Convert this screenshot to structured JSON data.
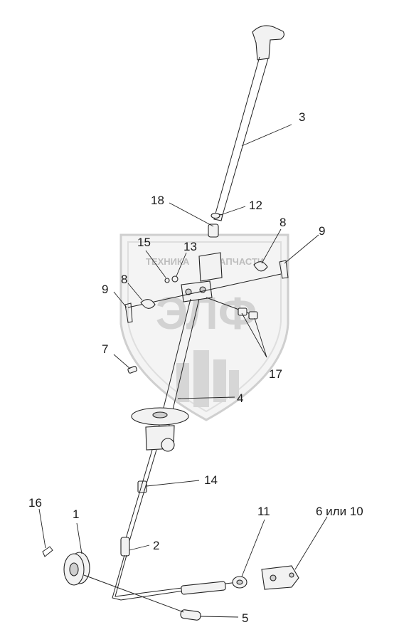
{
  "watermark": {
    "line1": "ТЕХНИКА",
    "line2": "ЗАПЧАСТИ",
    "big": "ЭЛФ"
  },
  "callouts": {
    "c1": "1",
    "c2": "2",
    "c3": "3",
    "c4": "4",
    "c5": "5",
    "c6": "6 или 10",
    "c7": "7",
    "c8a": "8",
    "c8b": "8",
    "c9a": "9",
    "c9b": "9",
    "c11": "11",
    "c12": "12",
    "c13": "13",
    "c14": "14",
    "c15": "15",
    "c16": "16",
    "c17": "17",
    "c18": "18"
  },
  "colors": {
    "ink": "#222222",
    "watermark": "#c8c8c8"
  }
}
